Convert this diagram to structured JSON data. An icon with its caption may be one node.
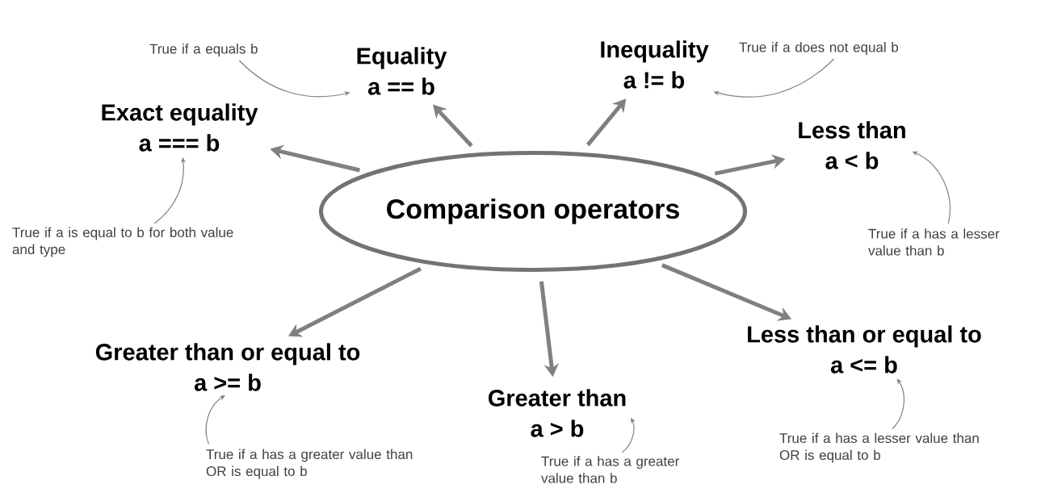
{
  "diagram": {
    "nodes": [
      {
        "text": [
          "Comparison operators"
        ]
      },
      {
        "text": [
          "Equality",
          "a == b"
        ]
      },
      {
        "text": [
          "Inequality",
          "a != b"
        ]
      },
      {
        "text": [
          "Exact equality",
          "a === b"
        ]
      },
      {
        "text": [
          "Less than",
          "a < b"
        ]
      },
      {
        "text": [
          "Greater than or equal to",
          "a >= b"
        ]
      },
      {
        "text": [
          "Greater than",
          "a > b"
        ]
      },
      {
        "text": [
          "Less than or equal to",
          "a <= b"
        ]
      },
      {
        "text": [
          "True if a equals b"
        ]
      },
      {
        "text": [
          "True if a does not equal b"
        ]
      },
      {
        "text": [
          "True if a is equal to b for both value and type"
        ]
      },
      {
        "text": [
          "True if a has a lesser value than b"
        ]
      },
      {
        "text": [
          "True if a has a greater value than OR is equal to b"
        ]
      },
      {
        "text": [
          "True if a has a greater value than b"
        ]
      },
      {
        "text": [
          "True if a has a lesser value than OR is equal to b"
        ]
      }
    ],
    "edges": [
      {
        "from": 0,
        "to": 1,
        "arrow": "to",
        "style": "thick"
      },
      {
        "from": 0,
        "to": 2,
        "arrow": "to",
        "style": "thick"
      },
      {
        "from": 0,
        "to": 3,
        "arrow": "to",
        "style": "thick"
      },
      {
        "from": 0,
        "to": 4,
        "arrow": "to",
        "style": "thick"
      },
      {
        "from": 0,
        "to": 5,
        "arrow": "to",
        "style": "thick"
      },
      {
        "from": 0,
        "to": 6,
        "arrow": "to",
        "style": "thick"
      },
      {
        "from": 0,
        "to": 7,
        "arrow": "to",
        "style": "thick"
      },
      {
        "from": 8,
        "to": 1,
        "arrow": "to"
      },
      {
        "from": 9,
        "to": 2,
        "arrow": "to"
      },
      {
        "from": 10,
        "to": 3,
        "arrow": "to"
      },
      {
        "from": 11,
        "to": 4,
        "arrow": "to"
      },
      {
        "from": 12,
        "to": 5,
        "arrow": "to"
      },
      {
        "from": 13,
        "to": 6,
        "arrow": "to"
      },
      {
        "from": 14,
        "to": 7,
        "arrow": "to"
      }
    ]
  }
}
